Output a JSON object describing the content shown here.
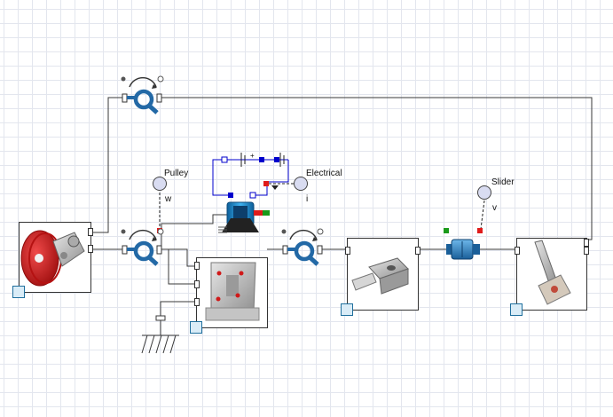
{
  "diagram": {
    "title": "Mechanical system diagram",
    "labels": {
      "pulley": "Pulley",
      "pulley_var": "w",
      "electrical": "Electrical",
      "electrical_var": "i",
      "slider": "Slider",
      "slider_var": "v",
      "battery_plus": "+"
    },
    "colors": {
      "wire": "#3a3a3a",
      "electric_wire": "#0000cc",
      "signal_red": "#e01b1b",
      "signal_green": "#1a9a1a",
      "gear_blue": "#2369a6",
      "motor_blue": "#1a8ad4",
      "disc_red": "#d01919",
      "icon_blue": "#1f6f9d"
    }
  }
}
